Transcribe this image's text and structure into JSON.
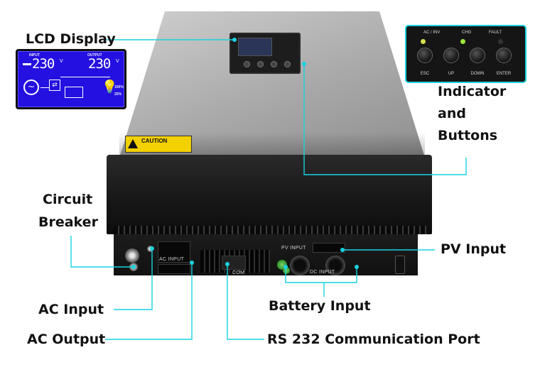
{
  "callouts": {
    "lcd_display": "LCD Display",
    "indicator_line1": "Indicator",
    "indicator_line2": "and",
    "indicator_line3": "Buttons",
    "circuit_line1": "Circuit",
    "circuit_line2": "Breaker",
    "pv_input": "PV Input",
    "ac_input": "AC Input",
    "battery_input": "Battery Input",
    "ac_output": "AC Output",
    "rs232": "RS 232 Communication Port"
  },
  "lcd": {
    "input_label": "INPUT",
    "output_label": "OUTPUT",
    "input_value": "230",
    "output_value": "230",
    "unit": "V",
    "pct_a": "100%",
    "pct_b": "25%"
  },
  "panel": {
    "ind_ac_inv": "AC / INV",
    "ind_chg": "CHG",
    "ind_fault": "FAULT",
    "btn_esc": "ESC",
    "btn_up": "UP",
    "btn_down": "DOWN",
    "btn_enter": "ENTER"
  },
  "device": {
    "caution": "CAUTION",
    "ac_input_port": "AC INPUT",
    "com_port": "COM",
    "pv_port": "PV INPUT",
    "dc_port": "DC INPUT"
  },
  "colors": {
    "leader": "#19d2e0",
    "lcd_bg": "#2410e0",
    "led_green": "#9be83a",
    "led_yellow": "#d7e04a"
  }
}
